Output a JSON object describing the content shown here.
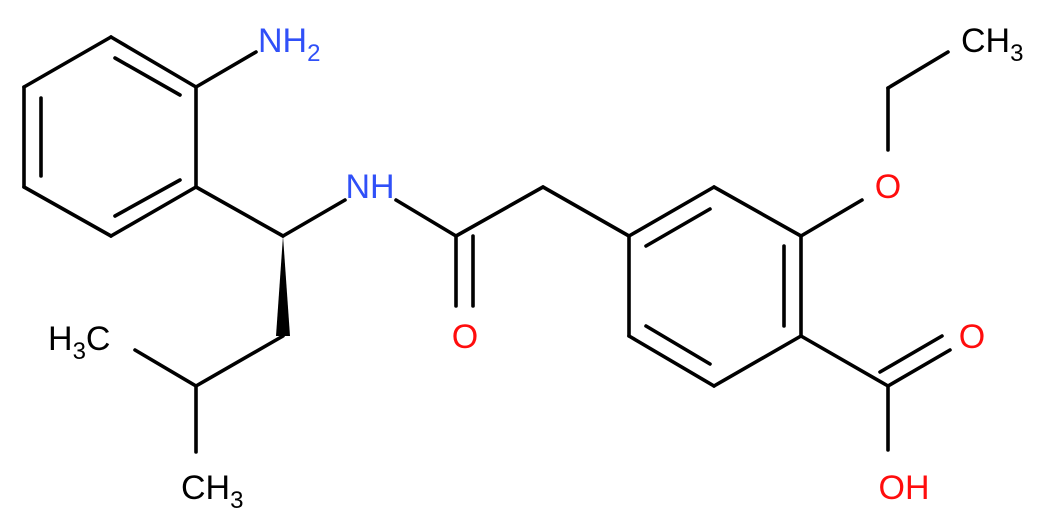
{
  "molecule": {
    "atom_labels": {
      "amine": {
        "main": "NH",
        "sub": "2"
      },
      "amide_nh": {
        "main": "NH"
      },
      "amide_o": {
        "main": "O"
      },
      "ether_o": {
        "main": "O"
      },
      "ethyl_ch3": {
        "main": "CH",
        "sub": "3"
      },
      "acid_o": {
        "main": "O"
      },
      "acid_oh": {
        "main": "OH"
      },
      "isobutyl_ch3_left": {
        "pre": "H",
        "sub": "3",
        "post": "C"
      },
      "isobutyl_ch3_bottom": {
        "main": "CH",
        "sub": "3"
      }
    }
  },
  "colors": {
    "bond": "#000000",
    "carbon_label": "#000000",
    "nitrogen": "#3050F8",
    "oxygen": "#FF0D0D",
    "background": "#FFFFFF"
  }
}
